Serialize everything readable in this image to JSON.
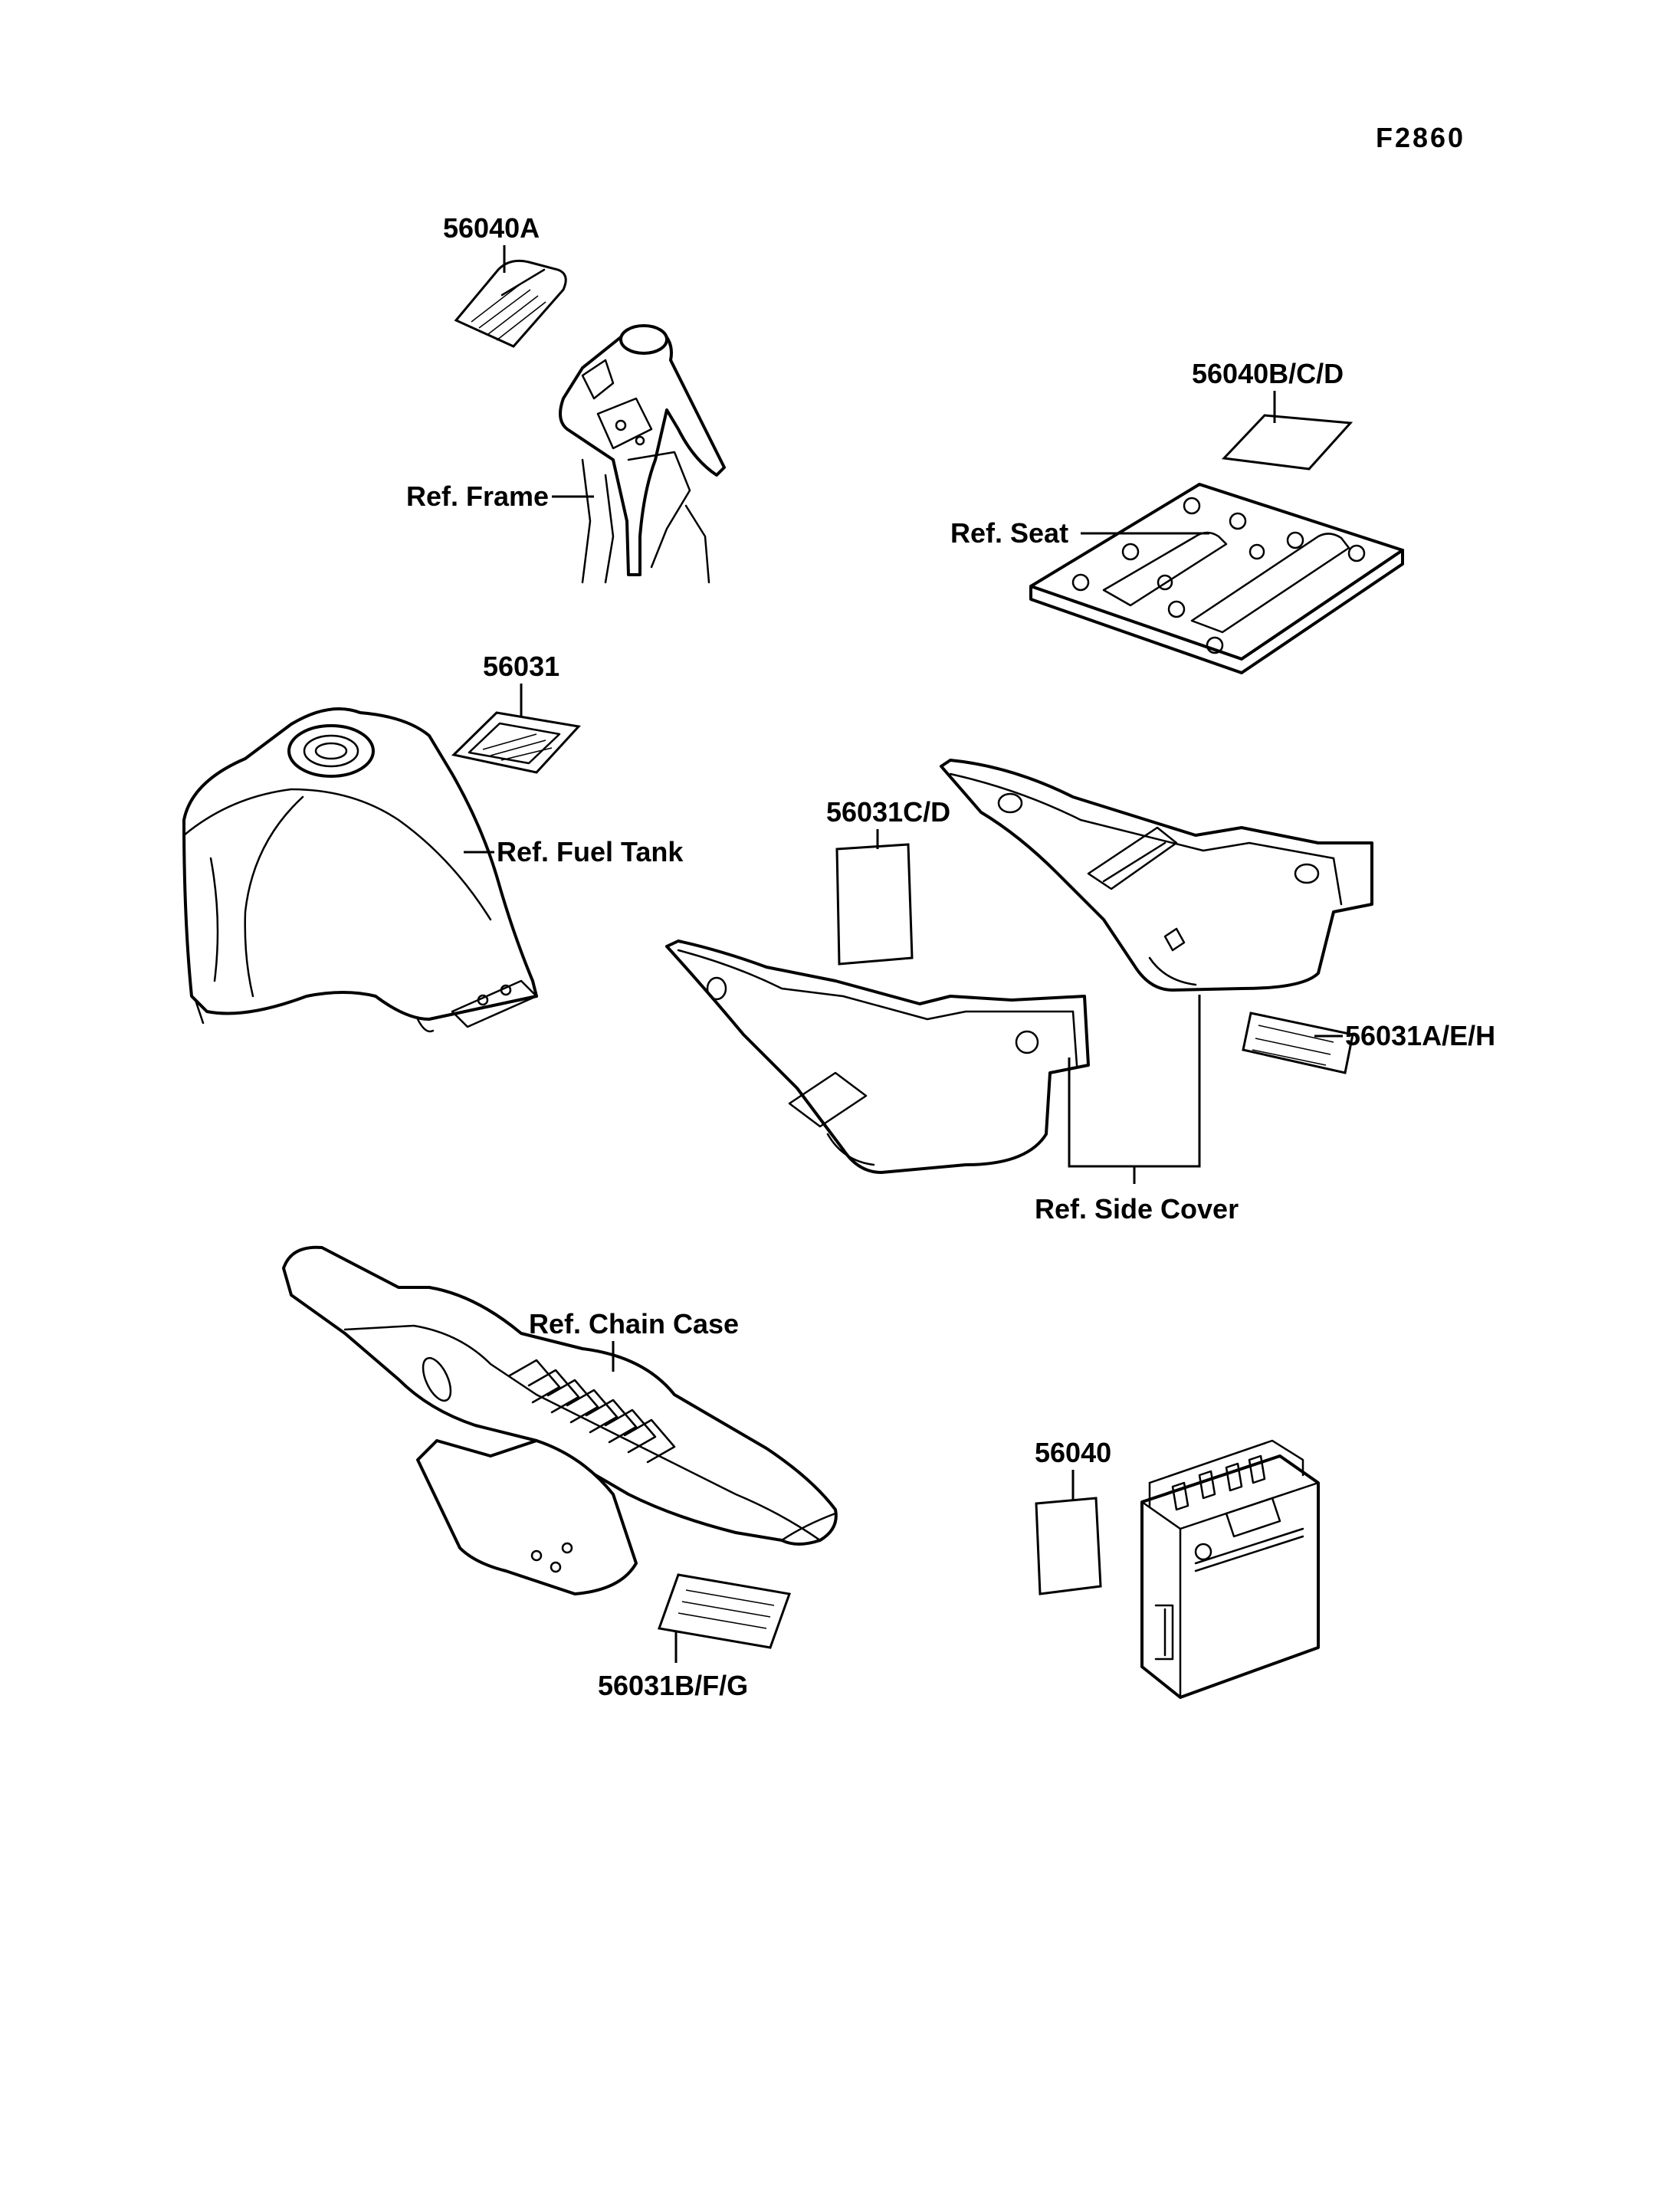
{
  "figure_code": "F2860",
  "labels": {
    "p56040A": "56040A",
    "ref_frame": "Ref. Frame",
    "p56040BCD": "56040B/C/D",
    "ref_seat": "Ref. Seat",
    "p56031": "56031",
    "ref_fuel_tank": "Ref. Fuel Tank",
    "p56031CD": "56031C/D",
    "p56031AEH": "56031A/E/H",
    "ref_side_cover": "Ref. Side Cover",
    "ref_chain_case": "Ref. Chain Case",
    "p56040": "56040",
    "p56031BFG": "56031B/F/G"
  },
  "colors": {
    "ink": "#000000",
    "paper": "#ffffff"
  }
}
